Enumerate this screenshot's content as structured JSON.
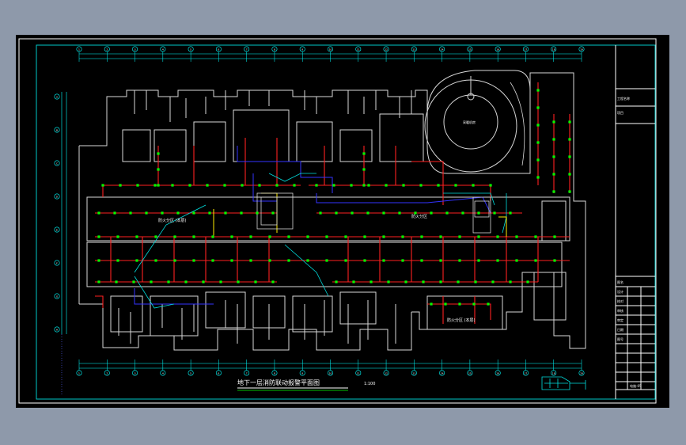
{
  "drawing": {
    "title": "地下一层消防联动报警平面图",
    "subtitle": "1:100",
    "rooms": {
      "circle_room": "采暖机房",
      "zone_upper": "防火分区 (本层)",
      "zone_middle": "防火分区",
      "zone_lower": "防火分区 (本层)"
    },
    "grid_columns": [
      "1",
      "2",
      "3",
      "4",
      "5",
      "6",
      "7",
      "8",
      "9",
      "10",
      "11",
      "12",
      "13",
      "14",
      "15",
      "16",
      "17",
      "18",
      "19"
    ],
    "grid_rows": [
      "A",
      "B",
      "C",
      "D",
      "E",
      "F",
      "G",
      "H"
    ]
  },
  "title_block": {
    "rows": [
      "工程名称",
      "项目",
      "图名",
      "设计",
      "校对",
      "审核",
      "审定",
      "日期",
      "图号"
    ],
    "drawing_no": "电施-05"
  },
  "colors": {
    "background": "#000000",
    "frame": "#ffffff",
    "grid": "#00ffff",
    "walls": "#ffffff",
    "fire_line": "#ff2020",
    "detector": "#00ff00",
    "signal_line": "#3333ff",
    "aux_line": "#ffff00"
  }
}
